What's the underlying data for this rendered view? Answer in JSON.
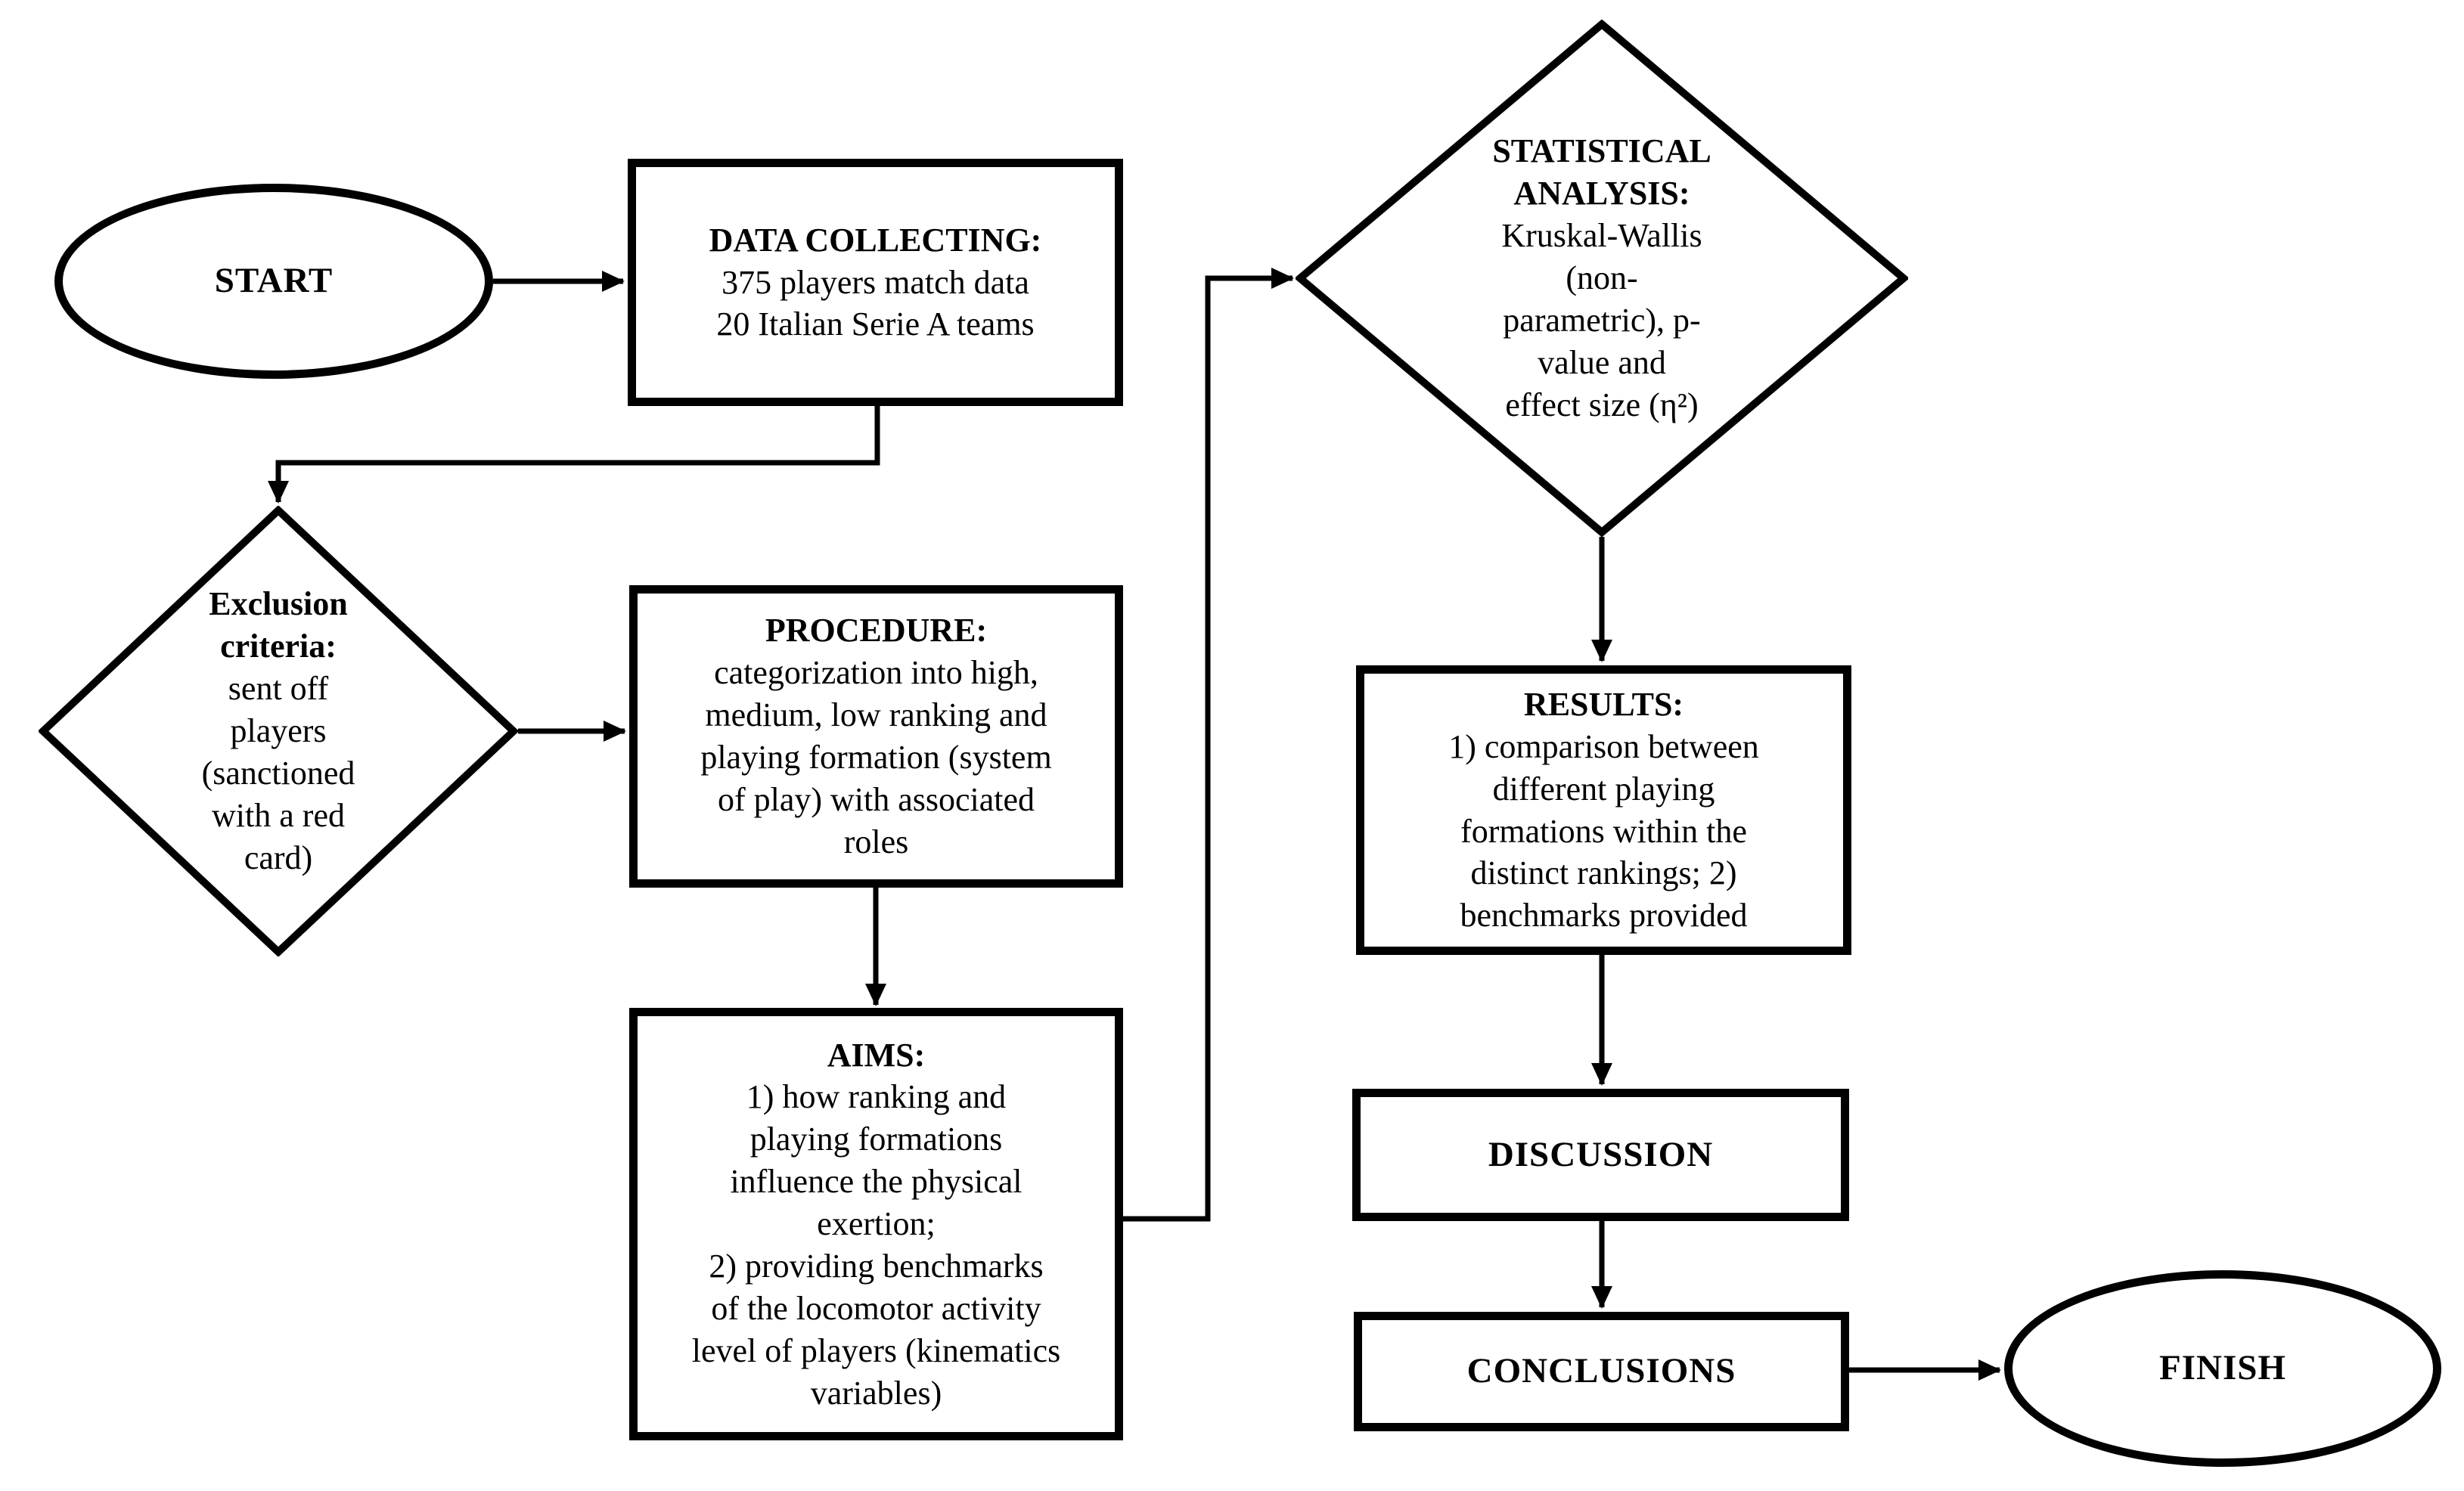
{
  "colors": {
    "line": "#000000",
    "shape_fill": "#ffffff",
    "text": "#000000"
  },
  "nodes": {
    "start": {
      "shape": "ellipse",
      "label": "START"
    },
    "data_collecting": {
      "shape": "rect",
      "title": "DATA COLLECTING:",
      "body": "375 players match data\n20 Italian Serie A teams"
    },
    "exclusion_criteria": {
      "shape": "diamond",
      "title": "Exclusion\ncriteria:",
      "body": "sent off\nplayers\n(sanctioned\nwith a red\ncard)"
    },
    "procedure": {
      "shape": "rect",
      "title": "PROCEDURE:",
      "body": "categorization into high,\nmedium, low ranking and\nplaying formation (system\nof play) with associated\nroles"
    },
    "aims": {
      "shape": "rect",
      "title": "AIMS:",
      "body": "1) how ranking and\nplaying formations\ninfluence the physical\nexertion;\n2) providing benchmarks\nof the locomotor activity\nlevel of players (kinematics\nvariables)"
    },
    "statistical_analysis": {
      "shape": "diamond",
      "title": "STATISTICAL\nANALYSIS:",
      "body": "Kruskal-Wallis\n(non-\nparametric), p-\nvalue and\neffect size (η²)"
    },
    "results": {
      "shape": "rect",
      "title": "RESULTS:",
      "body": "1) comparison between\ndifferent playing\nformations within the\ndistinct rankings; 2)\nbenchmarks provided"
    },
    "discussion": {
      "shape": "rect",
      "label": "DISCUSSION"
    },
    "conclusions": {
      "shape": "rect",
      "label": "CONCLUSIONS"
    },
    "finish": {
      "shape": "ellipse",
      "label": "FINISH"
    }
  },
  "edges": [
    {
      "from": "start",
      "to": "data_collecting"
    },
    {
      "from": "data_collecting",
      "to": "exclusion_criteria"
    },
    {
      "from": "exclusion_criteria",
      "to": "procedure"
    },
    {
      "from": "procedure",
      "to": "aims"
    },
    {
      "from": "aims",
      "to": "statistical_analysis"
    },
    {
      "from": "statistical_analysis",
      "to": "results"
    },
    {
      "from": "results",
      "to": "discussion"
    },
    {
      "from": "discussion",
      "to": "conclusions"
    },
    {
      "from": "conclusions",
      "to": "finish"
    }
  ]
}
